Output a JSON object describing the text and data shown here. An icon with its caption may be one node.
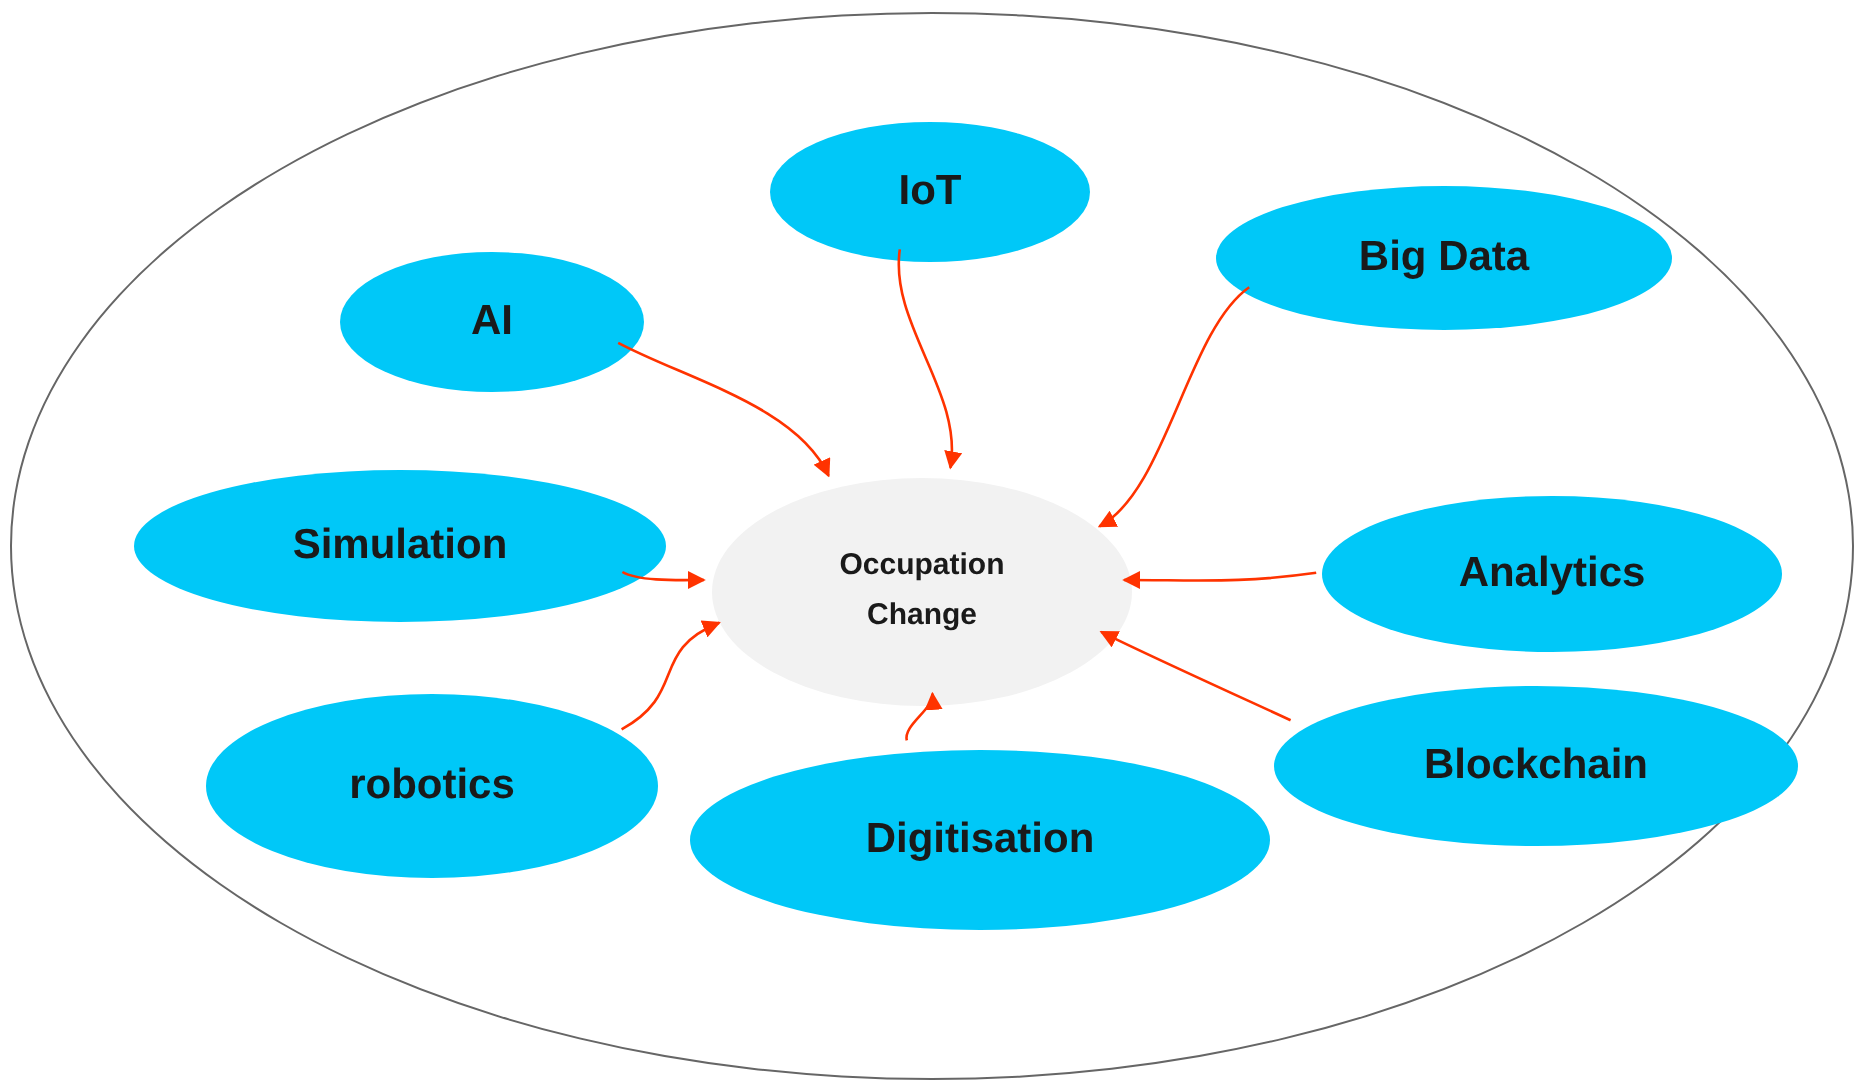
{
  "diagram": {
    "nodes": [
      {
        "text": [],
        "shape": "ellipse"
      },
      {
        "text": [
          "IoT"
        ],
        "in": 0
      },
      {
        "text": [
          "Big Data"
        ],
        "in": 0
      },
      {
        "text": [
          "AI"
        ],
        "in": 0
      },
      {
        "text": [
          "Simulation"
        ],
        "in": 0
      },
      {
        "text": [
          "Occupation Change"
        ],
        "in": 0
      },
      {
        "text": [
          "Analytics"
        ],
        "in": 0
      },
      {
        "text": [
          "robotics"
        ],
        "in": 0
      },
      {
        "text": [
          "Blockchain"
        ],
        "in": 0
      },
      {
        "text": [
          "Digitisation"
        ],
        "in": 0
      }
    ],
    "edges": [
      {
        "from": 3,
        "to": 5,
        "arrow": "to"
      },
      {
        "from": 1,
        "to": 5,
        "arrow": "to"
      },
      {
        "from": 2,
        "to": 5,
        "arrow": "to"
      },
      {
        "from": 4,
        "to": 5,
        "arrow": "to"
      },
      {
        "from": 6,
        "to": 5,
        "arrow": "to"
      },
      {
        "from": 7,
        "to": 5,
        "arrow": "to"
      },
      {
        "from": 9,
        "to": 5,
        "arrow": "to"
      },
      {
        "from": 8,
        "to": 5,
        "arrow": "to"
      }
    ]
  }
}
